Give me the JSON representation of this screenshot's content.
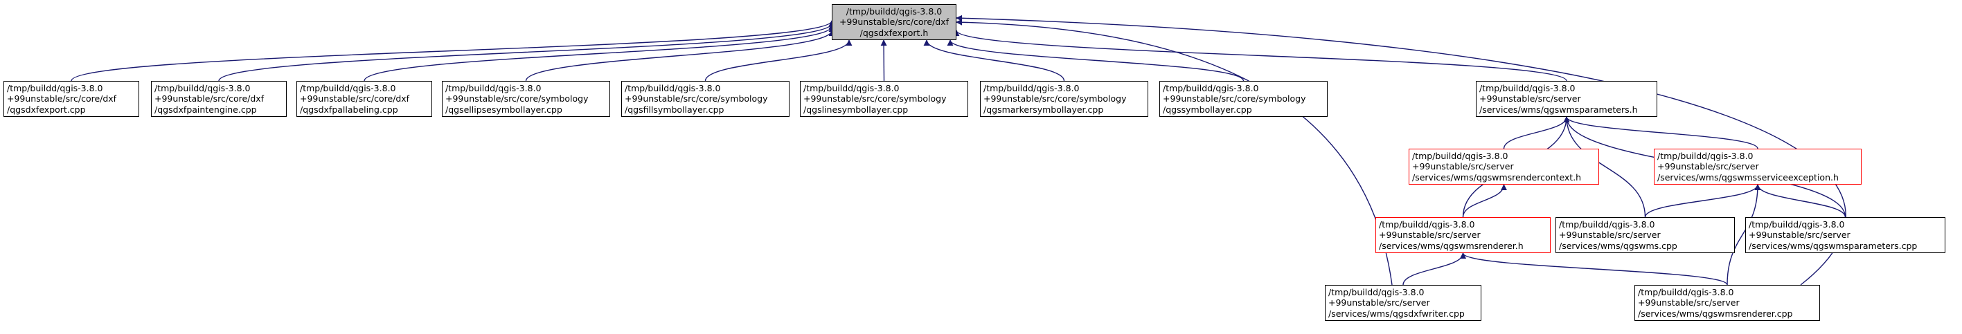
{
  "graph": {
    "edge_color": "#191970",
    "nodes": [
      {
        "id": "root",
        "style": "root",
        "lines": [
          "/tmp/buildd/qgis-3.8.0",
          "+99unstable/src/core/dxf",
          "/qgsdxfexport.h"
        ]
      },
      {
        "id": "dxfexport_cpp",
        "style": "black",
        "lines": [
          "/tmp/buildd/qgis-3.8.0",
          "+99unstable/src/core/dxf",
          "/qgsdxfexport.cpp"
        ]
      },
      {
        "id": "dxfpaintengine_cpp",
        "style": "black",
        "lines": [
          "/tmp/buildd/qgis-3.8.0",
          "+99unstable/src/core/dxf",
          "/qgsdxfpaintengine.cpp"
        ]
      },
      {
        "id": "dxfpallabeling_cpp",
        "style": "black",
        "lines": [
          "/tmp/buildd/qgis-3.8.0",
          "+99unstable/src/core/dxf",
          "/qgsdxfpallabeling.cpp"
        ]
      },
      {
        "id": "ellipsesymbollayer_cpp",
        "style": "black",
        "lines": [
          "/tmp/buildd/qgis-3.8.0",
          "+99unstable/src/core/symbology",
          "/qgsellipsesymbollayer.cpp"
        ]
      },
      {
        "id": "fillsymbollayer_cpp",
        "style": "black",
        "lines": [
          "/tmp/buildd/qgis-3.8.0",
          "+99unstable/src/core/symbology",
          "/qgsfillsymbollayer.cpp"
        ]
      },
      {
        "id": "linesymbollayer_cpp",
        "style": "black",
        "lines": [
          "/tmp/buildd/qgis-3.8.0",
          "+99unstable/src/core/symbology",
          "/qgslinesymbollayer.cpp"
        ]
      },
      {
        "id": "markersymbollayer_cpp",
        "style": "black",
        "lines": [
          "/tmp/buildd/qgis-3.8.0",
          "+99unstable/src/core/symbology",
          "/qgsmarkersymbollayer.cpp"
        ]
      },
      {
        "id": "symbollayer_cpp",
        "style": "black",
        "lines": [
          "/tmp/buildd/qgis-3.8.0",
          "+99unstable/src/core/symbology",
          "/qgssymbollayer.cpp"
        ]
      },
      {
        "id": "wmsparameters_h",
        "style": "black",
        "lines": [
          "/tmp/buildd/qgis-3.8.0",
          "+99unstable/src/server",
          "/services/wms/qgswmsparameters.h"
        ]
      },
      {
        "id": "wmsrendercontext_h",
        "style": "red",
        "lines": [
          "/tmp/buildd/qgis-3.8.0",
          "+99unstable/src/server",
          "/services/wms/qgswmsrendercontext.h"
        ]
      },
      {
        "id": "wmsserviceexception_h",
        "style": "red",
        "lines": [
          "/tmp/buildd/qgis-3.8.0",
          "+99unstable/src/server",
          "/services/wms/qgswmsserviceexception.h"
        ]
      },
      {
        "id": "wmsrenderer_h",
        "style": "red",
        "lines": [
          "/tmp/buildd/qgis-3.8.0",
          "+99unstable/src/server",
          "/services/wms/qgswmsrenderer.h"
        ]
      },
      {
        "id": "wms_cpp",
        "style": "black",
        "lines": [
          "/tmp/buildd/qgis-3.8.0",
          "+99unstable/src/server",
          "/services/wms/qgswms.cpp"
        ]
      },
      {
        "id": "wmsparameters_cpp",
        "style": "black",
        "lines": [
          "/tmp/buildd/qgis-3.8.0",
          "+99unstable/src/server",
          "/services/wms/qgswmsparameters.cpp"
        ]
      },
      {
        "id": "dxfwriter_cpp",
        "style": "black",
        "lines": [
          "/tmp/buildd/qgis-3.8.0",
          "+99unstable/src/server",
          "/services/wms/qgsdxfwriter.cpp"
        ]
      },
      {
        "id": "wmsrenderer_cpp",
        "style": "black",
        "lines": [
          "/tmp/buildd/qgis-3.8.0",
          "+99unstable/src/server",
          "/services/wms/qgswmsrenderer.cpp"
        ]
      }
    ],
    "edges": [
      {
        "from": "dxfexport_cpp",
        "to": "root"
      },
      {
        "from": "dxfpaintengine_cpp",
        "to": "root"
      },
      {
        "from": "dxfpallabeling_cpp",
        "to": "root"
      },
      {
        "from": "ellipsesymbollayer_cpp",
        "to": "root"
      },
      {
        "from": "fillsymbollayer_cpp",
        "to": "root"
      },
      {
        "from": "linesymbollayer_cpp",
        "to": "root"
      },
      {
        "from": "markersymbollayer_cpp",
        "to": "root"
      },
      {
        "from": "symbollayer_cpp",
        "to": "root"
      },
      {
        "from": "wmsparameters_h",
        "to": "root"
      },
      {
        "from": "dxfwriter_cpp",
        "to": "root"
      },
      {
        "from": "wmsrenderer_cpp",
        "to": "root"
      },
      {
        "from": "wmsrendercontext_h",
        "to": "wmsparameters_h"
      },
      {
        "from": "wmsserviceexception_h",
        "to": "wmsparameters_h"
      },
      {
        "from": "wmsrenderer_h",
        "to": "wmsparameters_h"
      },
      {
        "from": "wms_cpp",
        "to": "wmsparameters_h"
      },
      {
        "from": "wmsparameters_cpp",
        "to": "wmsparameters_h"
      },
      {
        "from": "wmsrenderer_h",
        "to": "wmsrendercontext_h"
      },
      {
        "from": "wms_cpp",
        "to": "wmsserviceexception_h"
      },
      {
        "from": "wmsparameters_cpp",
        "to": "wmsserviceexception_h"
      },
      {
        "from": "wmsrenderer_cpp",
        "to": "wmsserviceexception_h"
      },
      {
        "from": "dxfwriter_cpp",
        "to": "wmsrenderer_h"
      },
      {
        "from": "wmsrenderer_cpp",
        "to": "wmsrenderer_h"
      }
    ]
  }
}
